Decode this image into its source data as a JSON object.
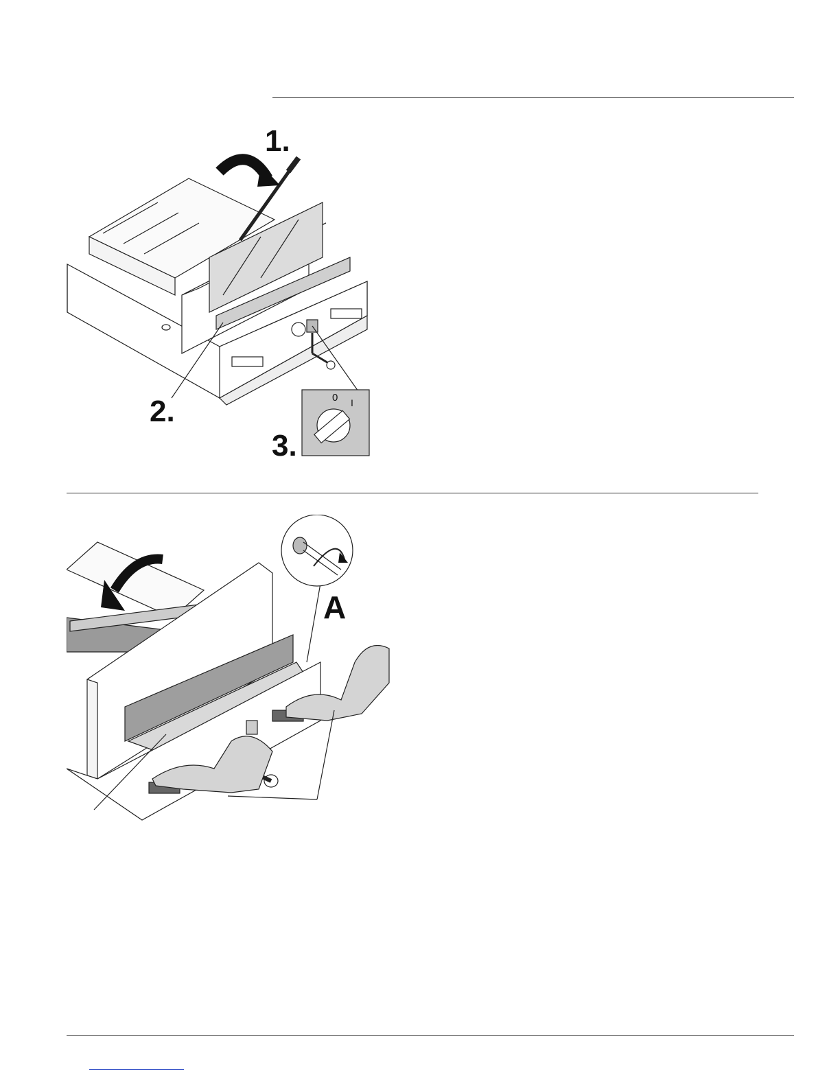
{
  "figure_top": {
    "step1": "1.",
    "step2": "2.",
    "step3": "3.",
    "switch_off": "0",
    "switch_on": "I"
  },
  "figure_bottom": {
    "callout": "A"
  },
  "colors": {
    "rule": "#333333",
    "shade": "#c8c8c8",
    "outline": "#222222",
    "link": "#3a56c9"
  }
}
